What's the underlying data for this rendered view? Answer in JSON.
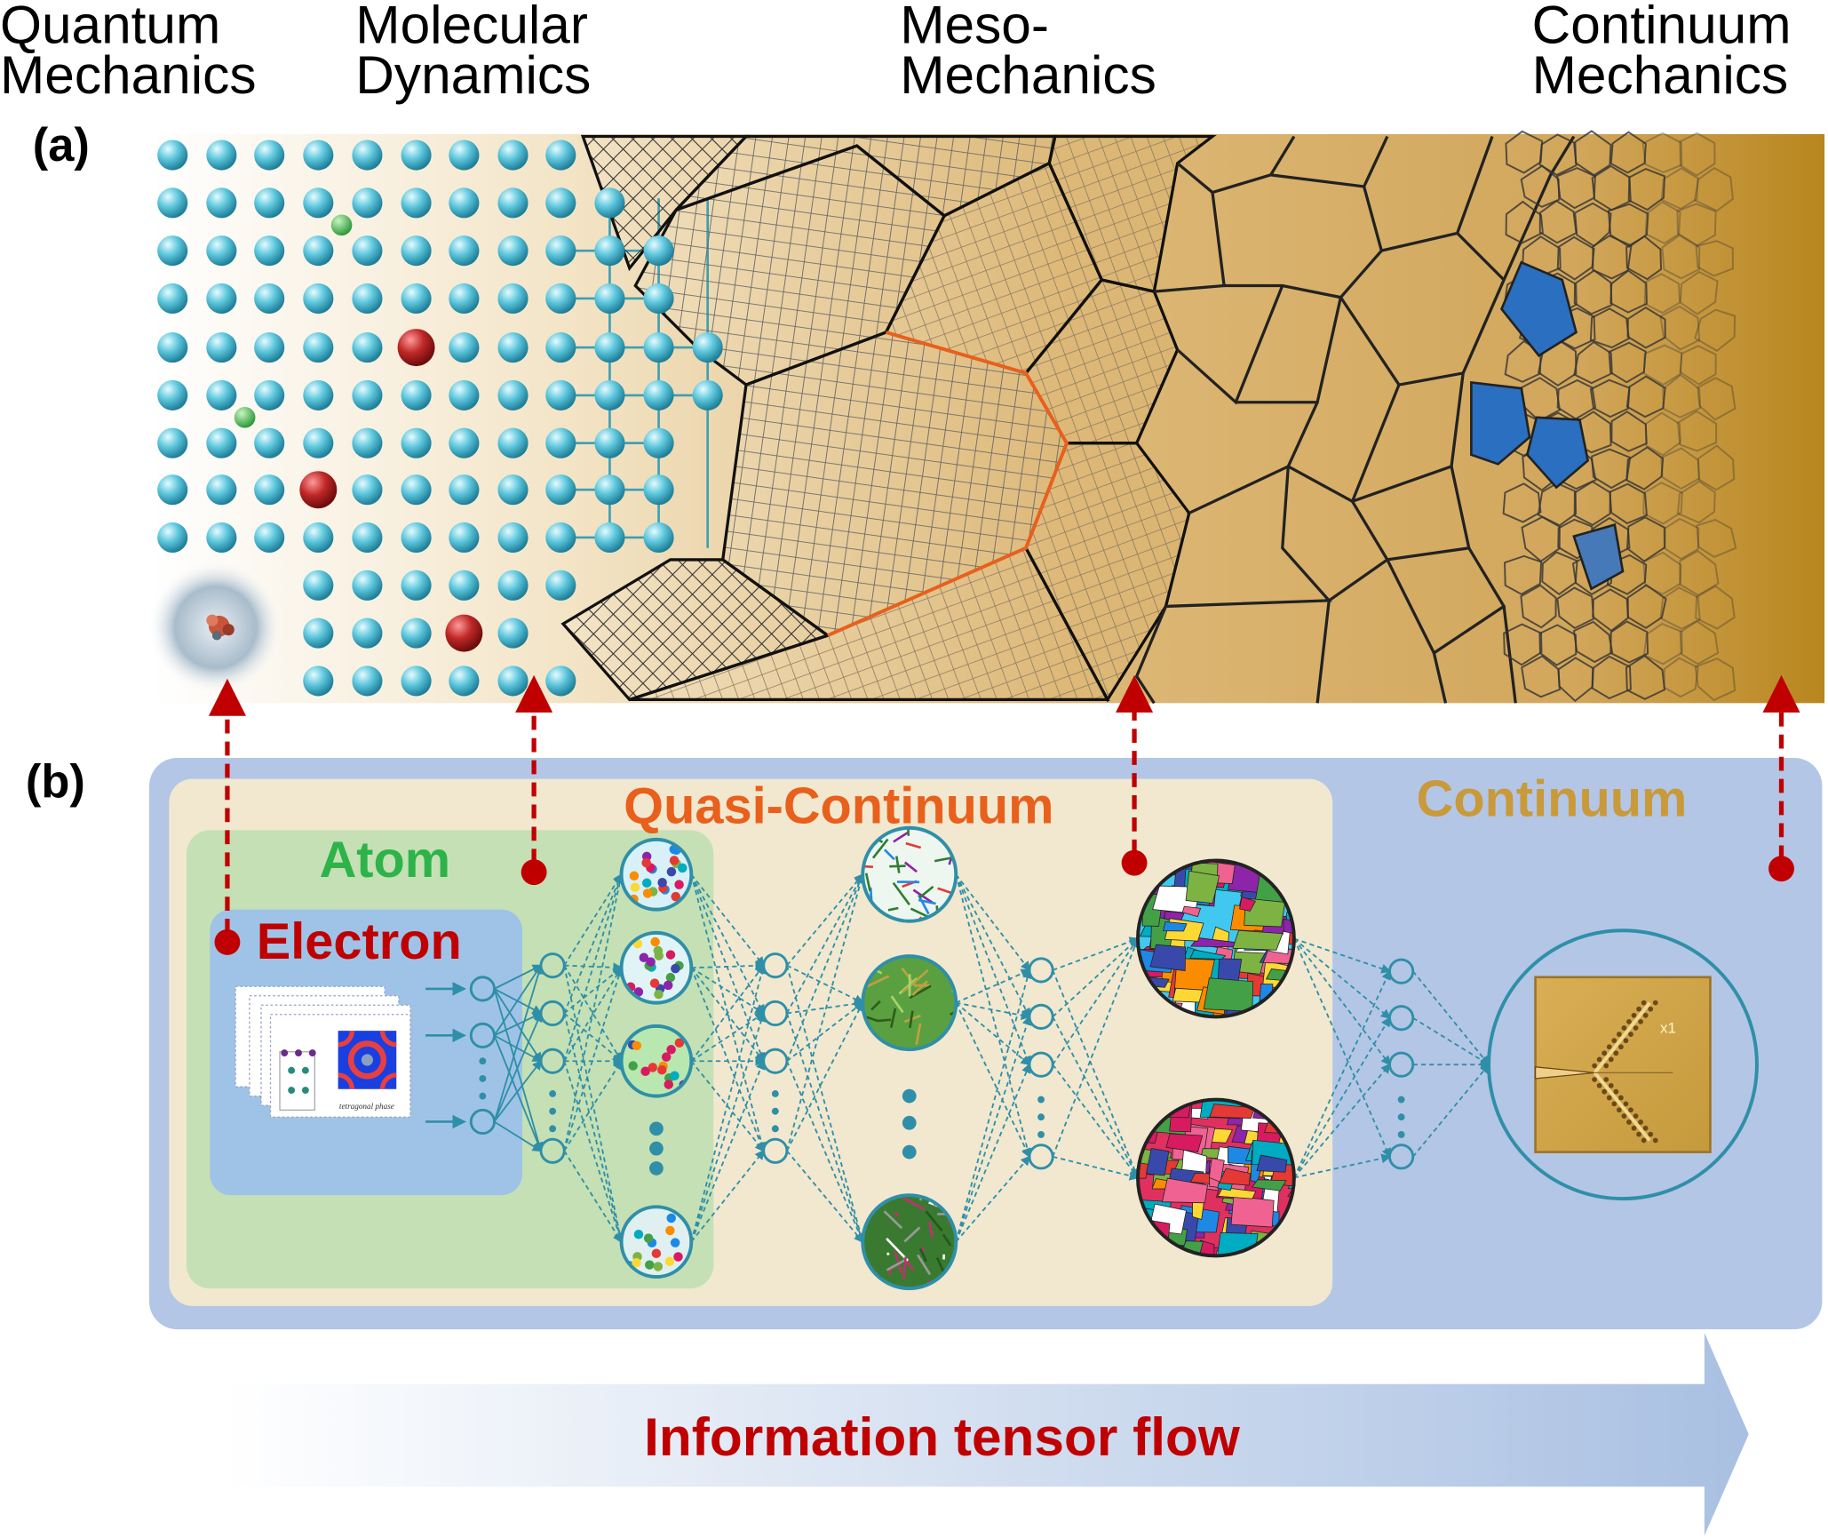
{
  "scale_headers": [
    {
      "line1": "Quantum",
      "line2": "Mechanics"
    },
    {
      "line1": "Molecular",
      "line2": "Dynamics"
    },
    {
      "line1": "Meso-",
      "line2": "Mechanics"
    },
    {
      "line1": "Continuum",
      "line2": "Mechanics"
    }
  ],
  "panel_labels": {
    "a": "(a)",
    "b": "(b)"
  },
  "regions": {
    "quasi_continuum": "Quasi-Continuum",
    "continuum": "Continuum",
    "atom": "Atom",
    "electron": "Electron"
  },
  "electron_inset": {
    "caption": "tetragonal phase"
  },
  "crack_inset": {
    "axis_label": "x1"
  },
  "flow_arrow": {
    "label": "Information tensor flow"
  },
  "colors": {
    "quasi_continuum": "#e8601c",
    "continuum": "#c99a3a",
    "atom": "#2db34a",
    "electron": "#c00000",
    "flow_text": "#c00000",
    "network": "#2f8fa8",
    "outer_panel": "#b3c6e6",
    "quasi_panel": "#f1e8cf",
    "atom_panel": "#c5e0b4",
    "electron_panel": "#9fc3e6"
  }
}
